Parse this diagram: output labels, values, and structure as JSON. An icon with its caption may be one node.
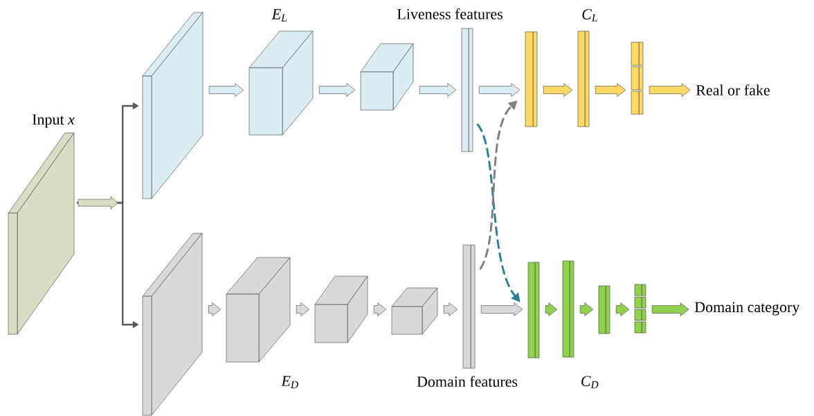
{
  "diagram": {
    "nodes": [
      {
        "text": [],
        "shape": "box",
        "beside": [
          "Input *x*"
        ]
      },
      {
        "text": [],
        "shape": "box"
      },
      {
        "text": [],
        "shape": "box"
      },
      {
        "text": [],
        "shape": "box"
      },
      {
        "text": [],
        "shape": "bar",
        "beside": [
          "Liveness features"
        ]
      },
      {
        "text": [],
        "shape": "bar"
      },
      {
        "text": [],
        "shape": "bar"
      },
      {
        "text": [],
        "shape": "bar"
      },
      {
        "text": [
          "Real or fake"
        ]
      },
      {
        "text": [],
        "shape": "box"
      },
      {
        "text": [],
        "shape": "box"
      },
      {
        "text": [],
        "shape": "box"
      },
      {
        "text": [],
        "shape": "box"
      },
      {
        "text": [],
        "shape": "bar",
        "beside": [
          "Domain features"
        ]
      },
      {
        "text": [],
        "shape": "bar"
      },
      {
        "text": [],
        "shape": "bar"
      },
      {
        "text": [],
        "shape": "bar"
      },
      {
        "text": [],
        "shape": "bar"
      },
      {
        "text": [
          "Domain category"
        ]
      }
    ],
    "edges": [
      {
        "from": 0,
        "to": 1,
        "arrow": "to",
        "color": "#595959"
      },
      {
        "from": 0,
        "to": 9,
        "arrow": "to",
        "color": "#595959"
      },
      {
        "from": 1,
        "to": 2,
        "arrow": "to"
      },
      {
        "from": 2,
        "to": 3,
        "arrow": "to"
      },
      {
        "from": 3,
        "to": 4,
        "arrow": "to"
      },
      {
        "from": 4,
        "to": 5,
        "arrow": "to"
      },
      {
        "from": 5,
        "to": 6,
        "arrow": "to"
      },
      {
        "from": 6,
        "to": 7,
        "arrow": "to"
      },
      {
        "from": 7,
        "to": 8,
        "arrow": "to"
      },
      {
        "from": 9,
        "to": 10,
        "arrow": "to"
      },
      {
        "from": 10,
        "to": 11,
        "arrow": "to"
      },
      {
        "from": 11,
        "to": 12,
        "arrow": "to"
      },
      {
        "from": 12,
        "to": 13,
        "arrow": "to"
      },
      {
        "from": 13,
        "to": 14,
        "arrow": "to"
      },
      {
        "from": 14,
        "to": 15,
        "arrow": "to"
      },
      {
        "from": 15,
        "to": 16,
        "arrow": "to"
      },
      {
        "from": 16,
        "to": 17,
        "arrow": "to"
      },
      {
        "from": 17,
        "to": 18,
        "arrow": "to"
      },
      {
        "from": 4,
        "to": 14,
        "arrow": "to",
        "style": "dashed",
        "color": "#2e8099"
      },
      {
        "from": 13,
        "to": 5,
        "arrow": "to",
        "style": "dashed",
        "color": "#808080"
      }
    ],
    "labels": [
      "E$_{L}$",
      "C$_{L}$",
      "E$_{D}$",
      "C$_{D}$"
    ]
  }
}
